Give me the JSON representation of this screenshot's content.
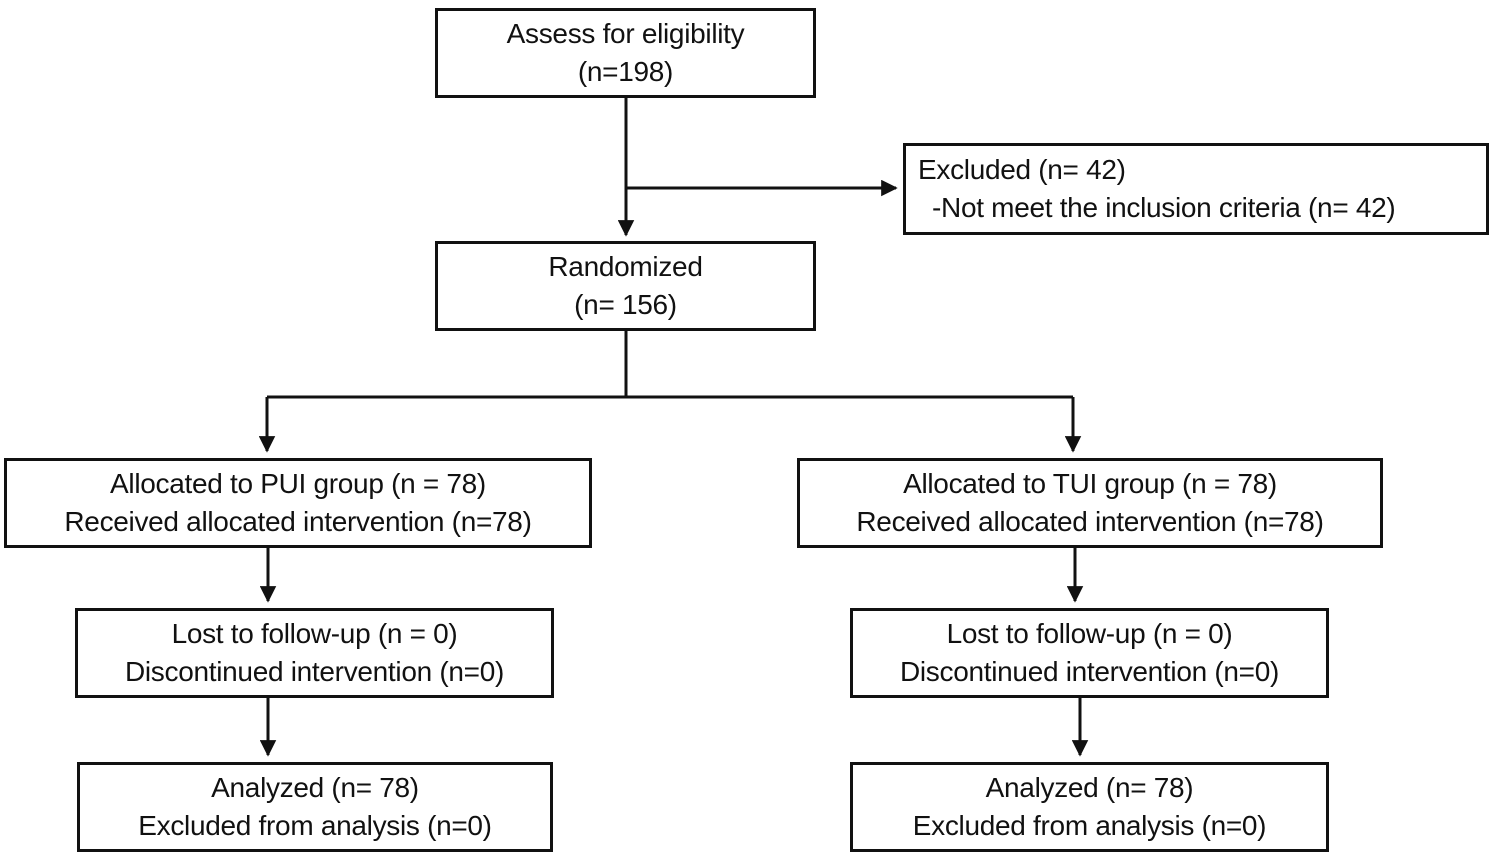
{
  "flowchart": {
    "boxes": {
      "eligibility": {
        "line1": "Assess for eligibility",
        "line2": "(n=198)"
      },
      "excluded": {
        "line1": "Excluded (n= 42)",
        "line2": "-Not meet the inclusion criteria (n= 42)"
      },
      "randomized": {
        "line1": "Randomized",
        "line2": "(n= 156)"
      },
      "pui_allocation": {
        "line1": "Allocated to PUI group (n = 78)",
        "line2": "Received allocated intervention (n=78)"
      },
      "tui_allocation": {
        "line1": "Allocated to TUI group (n = 78)",
        "line2": "Received allocated intervention (n=78)"
      },
      "pui_followup": {
        "line1": "Lost to follow-up (n = 0)",
        "line2": "Discontinued intervention (n=0)"
      },
      "tui_followup": {
        "line1": "Lost to follow-up (n = 0)",
        "line2": "Discontinued intervention (n=0)"
      },
      "pui_analysis": {
        "line1": "Analyzed (n= 78)",
        "line2": "Excluded from analysis (n=0)"
      },
      "tui_analysis": {
        "line1": "Analyzed (n= 78)",
        "line2": "Excluded from analysis (n=0)"
      }
    },
    "colors": {
      "line": "#111111",
      "background": "#ffffff",
      "text": "#111111"
    }
  }
}
